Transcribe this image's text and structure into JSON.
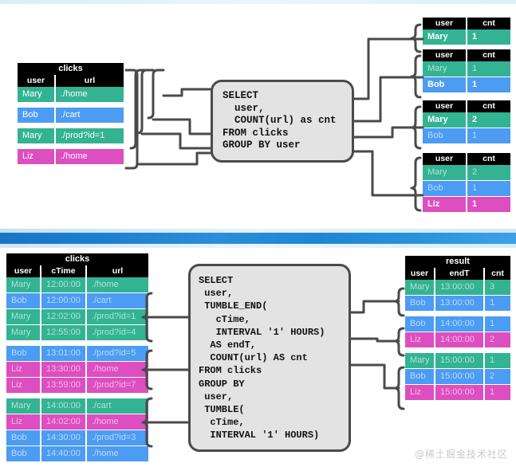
{
  "watermark": "@稀土掘金技术社区",
  "colors": {
    "green": "#33b392",
    "blue": "#4b9cf2",
    "magenta": "#dd4ec0",
    "header_bg": "#000000",
    "box_bg": "#e3e3e3",
    "box_border": "#4a4a4a",
    "divider_blue": "#1f86d2"
  },
  "top": {
    "input_table": {
      "caption": "clicks",
      "columns": [
        "user",
        "url"
      ],
      "rows": [
        {
          "user": "Mary",
          "url": "./home",
          "color": "green"
        },
        {
          "user": "Bob",
          "url": "./cart",
          "color": "blue"
        },
        {
          "user": "Mary",
          "url": "./prod?id=1",
          "color": "green"
        },
        {
          "user": "Liz",
          "url": "./home",
          "color": "magenta"
        }
      ]
    },
    "query": "SELECT\n  user,\n  COUNT(url) as cnt\nFROM clicks\nGROUP BY user",
    "results": [
      {
        "columns": [
          "user",
          "cnt"
        ],
        "rows": [
          {
            "user": "Mary",
            "cnt": "1",
            "color": "green",
            "state": "new"
          }
        ]
      },
      {
        "columns": [
          "user",
          "cnt"
        ],
        "rows": [
          {
            "user": "Mary",
            "cnt": "1",
            "color": "green",
            "state": "old"
          },
          {
            "user": "Bob",
            "cnt": "1",
            "color": "blue",
            "state": "new"
          }
        ]
      },
      {
        "columns": [
          "user",
          "cnt"
        ],
        "rows": [
          {
            "user": "Mary",
            "cnt": "2",
            "color": "green",
            "state": "new"
          },
          {
            "user": "Bob",
            "cnt": "1",
            "color": "blue",
            "state": "old"
          }
        ]
      },
      {
        "columns": [
          "user",
          "cnt"
        ],
        "rows": [
          {
            "user": "Mary",
            "cnt": "2",
            "color": "green",
            "state": "old"
          },
          {
            "user": "Bob",
            "cnt": "1",
            "color": "blue",
            "state": "old"
          },
          {
            "user": "Liz",
            "cnt": "1",
            "color": "magenta",
            "state": "new"
          }
        ]
      }
    ]
  },
  "bottom": {
    "input_table": {
      "caption": "clicks",
      "columns": [
        "user",
        "cTime",
        "url"
      ],
      "groups": [
        [
          {
            "user": "Mary",
            "cTime": "12:00:00",
            "url": "./home",
            "color": "green"
          },
          {
            "user": "Bob",
            "cTime": "12:00:00",
            "url": "./cart",
            "color": "blue"
          },
          {
            "user": "Mary",
            "cTime": "12:02:00",
            "url": "./prod?id=1",
            "color": "green"
          },
          {
            "user": "Mary",
            "cTime": "12:55:00",
            "url": "./prod?id=4",
            "color": "green"
          }
        ],
        [
          {
            "user": "Bob",
            "cTime": "13:01:00",
            "url": "./prod?id=5",
            "color": "blue"
          },
          {
            "user": "Liz",
            "cTime": "13:30:00",
            "url": "./home",
            "color": "magenta"
          },
          {
            "user": "Liz",
            "cTime": "13:59:00",
            "url": "./prod?id=7",
            "color": "magenta"
          }
        ],
        [
          {
            "user": "Mary",
            "cTime": "14:00:00",
            "url": "./cart",
            "color": "green"
          },
          {
            "user": "Liz",
            "cTime": "14:02:00",
            "url": "./home",
            "color": "magenta"
          },
          {
            "user": "Bob",
            "cTime": "14:30:00",
            "url": "./prod?id=3",
            "color": "blue"
          },
          {
            "user": "Bob",
            "cTime": "14:40:00",
            "url": "./home",
            "color": "blue"
          }
        ]
      ]
    },
    "query": "SELECT\n user,\n TUMBLE_END(\n   cTime,\n   INTERVAL '1' HOURS)\n  AS endT,\n  COUNT(url) AS cnt\nFROM clicks\nGROUP BY\n user,\n TUMBLE(\n  cTime,\n  INTERVAL '1' HOURS)",
    "result_table": {
      "caption": "result",
      "columns": [
        "user",
        "endT",
        "cnt"
      ],
      "groups": [
        [
          {
            "user": "Mary",
            "endT": "13:00:00",
            "cnt": "3",
            "color": "green"
          },
          {
            "user": "Bob",
            "endT": "13:00:00",
            "cnt": "1",
            "color": "blue"
          }
        ],
        [
          {
            "user": "Bob",
            "endT": "14:00:00",
            "cnt": "1",
            "color": "blue"
          },
          {
            "user": "Liz",
            "endT": "14:00:00",
            "cnt": "2",
            "color": "magenta"
          }
        ],
        [
          {
            "user": "Mary",
            "endT": "15:00:00",
            "cnt": "1",
            "color": "green"
          },
          {
            "user": "Bob",
            "endT": "15:00:00",
            "cnt": "2",
            "color": "blue"
          },
          {
            "user": "Liz",
            "endT": "15:00:00",
            "cnt": "1",
            "color": "magenta"
          }
        ]
      ]
    }
  }
}
